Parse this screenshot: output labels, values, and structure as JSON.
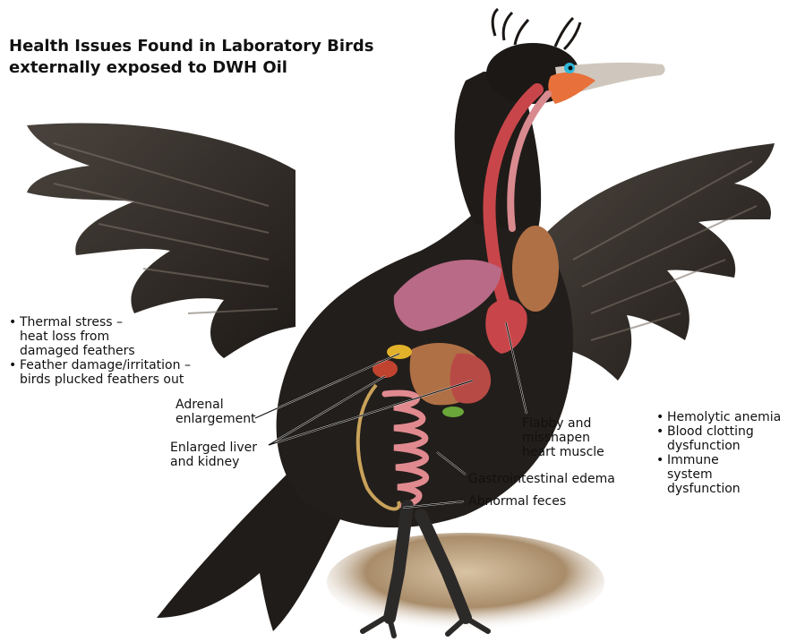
{
  "title": {
    "line1": "Health Issues Found in Laboratory Birds",
    "line2": "externally exposed to DWH Oil"
  },
  "left_list": [
    "Thermal stress –\nheat loss from\ndamaged feathers",
    "Feather damage/irritation –\nbirds plucked feathers out"
  ],
  "right_list": [
    "Hemolytic anemia",
    "Blood clotting\ndysfunction",
    "Immune\nsystem\ndysfunction"
  ],
  "labels": {
    "adrenal_line1": "Adrenal",
    "adrenal_line2": "enlargement",
    "liver_line1": "Enlarged liver",
    "liver_line2": "and kidney",
    "heart_line1": "Flabby and",
    "heart_line2": "misshapen",
    "heart_line3": "heart muscle",
    "gi": "Gastrointestinal edema",
    "feces": "Abnormal feces"
  },
  "colors": {
    "feathers": "#2b2623",
    "feather_highlight": "#6b6258",
    "beak": "#e8703a",
    "eye": "#2fb6d8",
    "organ_red": "#c8464a",
    "organ_pink": "#d98a8f",
    "liver": "#b07045",
    "adrenal": "#e2b22a",
    "rock": "#b49a7a"
  }
}
